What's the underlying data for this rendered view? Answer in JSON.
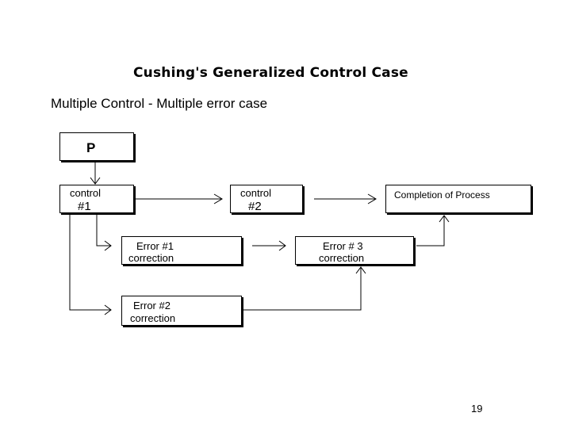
{
  "title": "Cushing's Generalized Control Case",
  "subtitle": "Multiple Control - Multiple error case",
  "page_number": "19",
  "boxes": {
    "p": {
      "label": "P"
    },
    "control1": {
      "line1": "control",
      "line2": "#1"
    },
    "control2": {
      "line1": "control",
      "line2": "#2"
    },
    "completion": {
      "label": "Completion of Process"
    },
    "error1": {
      "line1": "Error #1",
      "line2": "correction"
    },
    "error3": {
      "line1": "Error # 3",
      "line2": "correction"
    },
    "error2": {
      "line1": "Error #2",
      "line2": "correction"
    }
  }
}
